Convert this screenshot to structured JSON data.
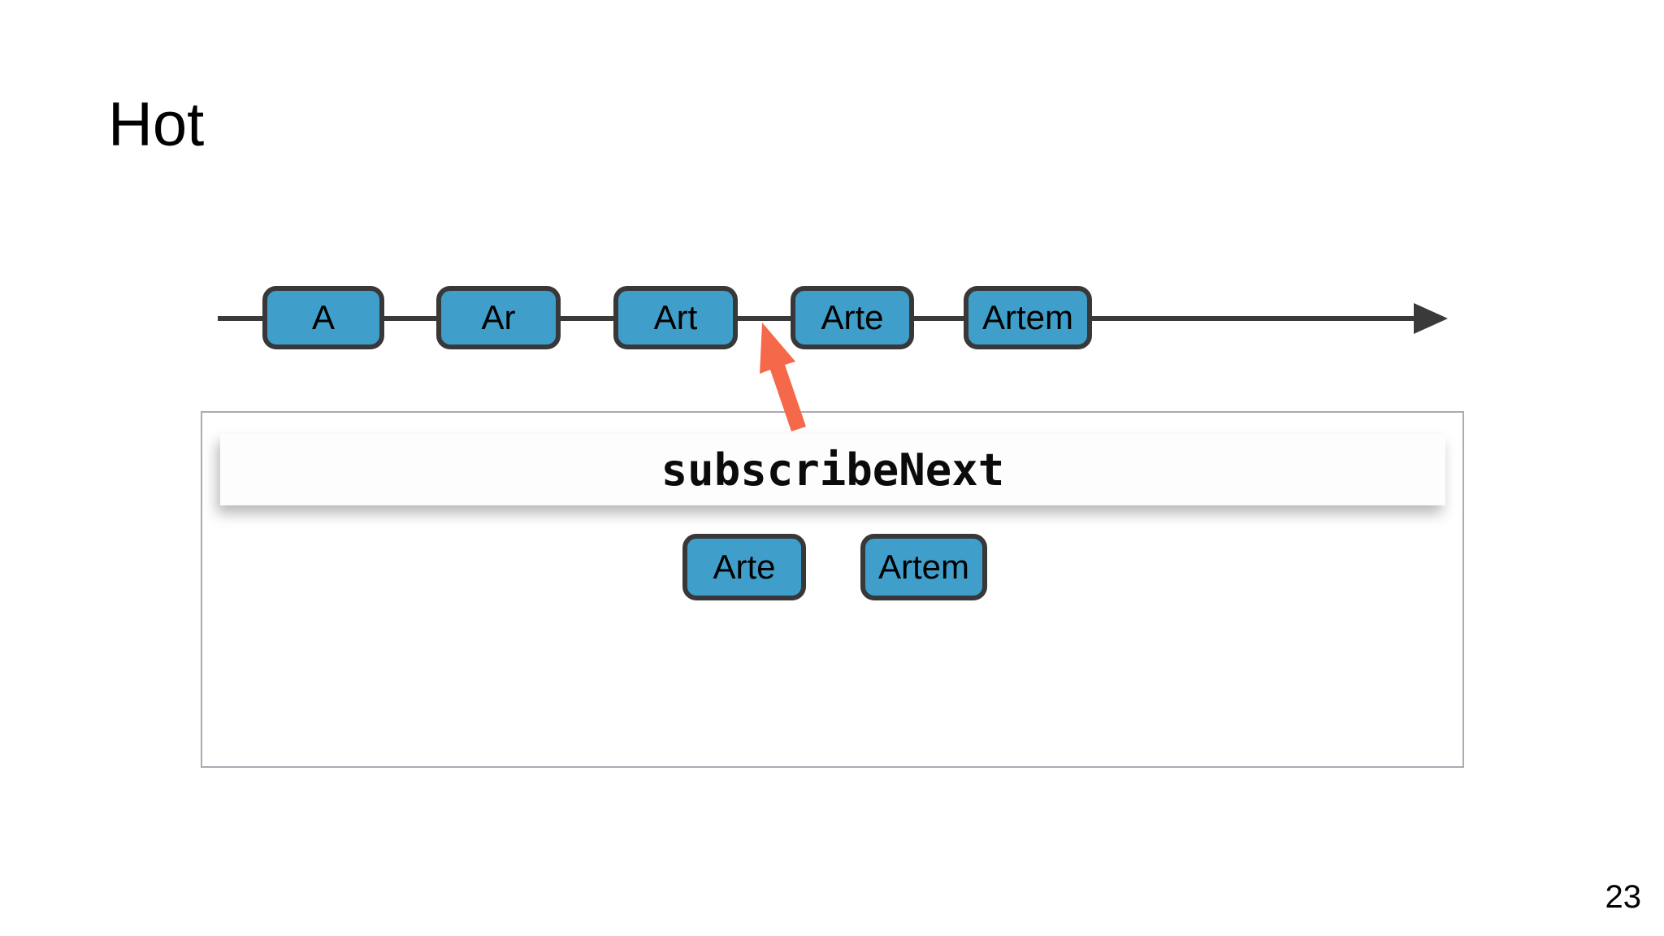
{
  "slide": {
    "title": "Hot",
    "page_number": "23"
  },
  "timeline": {
    "events": [
      {
        "label": "A"
      },
      {
        "label": "Ar"
      },
      {
        "label": "Art"
      },
      {
        "label": "Arte"
      },
      {
        "label": "Artem"
      }
    ]
  },
  "operator": {
    "name": "subscribeNext",
    "output_events": [
      {
        "label": "Arte"
      },
      {
        "label": "Artem"
      }
    ]
  },
  "colors": {
    "marble_fill": "#3f9fca",
    "marble_border": "#383838",
    "timeline_stroke": "#3a3a3a",
    "pointer_arrow": "#f5684a",
    "container_border": "#a9aab2"
  }
}
